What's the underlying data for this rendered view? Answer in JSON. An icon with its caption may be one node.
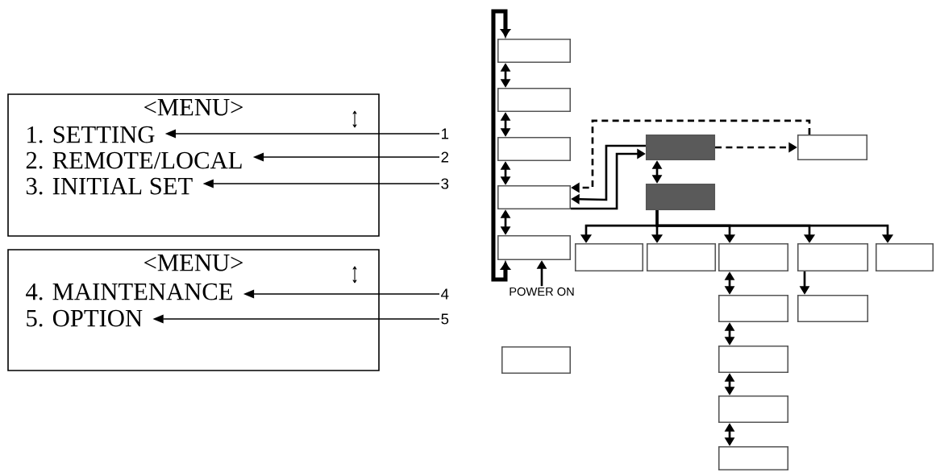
{
  "diagram": {
    "nodes": [
      {
        "text": [
          "<MENU>"
        ]
      },
      {
        "text": [
          "1. SETTING"
        ],
        "in": 0
      },
      {
        "text": [
          "2. REMOTE/LOCAL"
        ],
        "in": 0
      },
      {
        "text": [
          "3. INITIAL SET"
        ],
        "in": 0
      },
      {
        "text": [
          "<MENU>"
        ]
      },
      {
        "text": [
          "4. MAINTENANCE"
        ],
        "in": 4
      },
      {
        "text": [
          "5. OPTION"
        ],
        "in": 4
      },
      {
        "text": [
          "1"
        ]
      },
      {
        "text": [
          "2"
        ]
      },
      {
        "text": [
          "3"
        ]
      },
      {
        "text": [
          "4"
        ]
      },
      {
        "text": [
          "5"
        ]
      },
      {
        "text": [],
        "shape": "box"
      },
      {
        "text": [],
        "shape": "box"
      },
      {
        "text": [],
        "shape": "box"
      },
      {
        "text": [],
        "shape": "box"
      },
      {
        "text": [],
        "shape": "box"
      },
      {
        "text": [
          "POWER ON"
        ]
      },
      {
        "text": [],
        "shape": "box"
      },
      {
        "text": [],
        "shape": "box"
      },
      {
        "text": [],
        "shape": "box"
      },
      {
        "text": [],
        "shape": "box"
      },
      {
        "text": [],
        "shape": "box"
      },
      {
        "text": [],
        "shape": "box"
      },
      {
        "text": [],
        "shape": "box"
      },
      {
        "text": [],
        "shape": "box"
      },
      {
        "text": [],
        "shape": "box"
      },
      {
        "text": [],
        "shape": "box"
      },
      {
        "text": [],
        "shape": "box"
      },
      {
        "text": [],
        "shape": "box"
      },
      {
        "text": [],
        "shape": "box"
      },
      {
        "text": [],
        "shape": "box"
      }
    ],
    "edges": [
      {
        "from": 7,
        "to": 1,
        "arrow": "to"
      },
      {
        "from": 8,
        "to": 2,
        "arrow": "to"
      },
      {
        "from": 9,
        "to": 3,
        "arrow": "to"
      },
      {
        "from": 10,
        "to": 5,
        "arrow": "to"
      },
      {
        "from": 11,
        "to": 6,
        "arrow": "to"
      },
      {
        "from": 12,
        "to": 13,
        "arrow": "both"
      },
      {
        "from": 13,
        "to": 14,
        "arrow": "both"
      },
      {
        "from": 14,
        "to": 15,
        "arrow": "both"
      },
      {
        "from": 15,
        "to": 16,
        "arrow": "both"
      },
      {
        "from": 16,
        "to": 12,
        "arrow": "both",
        "style": "thick"
      },
      {
        "from": 17,
        "to": 16,
        "arrow": "to"
      },
      {
        "from": 15,
        "to": 18,
        "arrow": "to"
      },
      {
        "from": 18,
        "to": 15,
        "arrow": "to"
      },
      {
        "from": 19,
        "to": 15,
        "arrow": "to",
        "style": "dashed"
      },
      {
        "from": 18,
        "to": 19,
        "arrow": "to",
        "style": "dashed"
      },
      {
        "from": 18,
        "to": 20,
        "arrow": "both"
      },
      {
        "from": 20,
        "to": 21,
        "arrow": "to"
      },
      {
        "from": 20,
        "to": 22,
        "arrow": "to"
      },
      {
        "from": 20,
        "to": 23,
        "arrow": "to"
      },
      {
        "from": 20,
        "to": 24,
        "arrow": "to"
      },
      {
        "from": 20,
        "to": 25,
        "arrow": "to"
      },
      {
        "from": 23,
        "to": 26,
        "arrow": "both"
      },
      {
        "from": 26,
        "to": 29,
        "arrow": "both"
      },
      {
        "from": 29,
        "to": 30,
        "arrow": "both"
      },
      {
        "from": 30,
        "to": 31,
        "arrow": "both"
      },
      {
        "from": 24,
        "to": 27,
        "arrow": "to"
      }
    ]
  }
}
